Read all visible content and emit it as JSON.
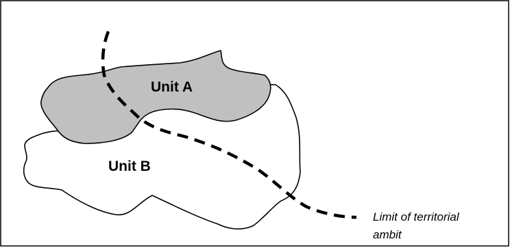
{
  "diagram": {
    "unit_a": {
      "label": "Unit A",
      "fill": "#c0c0c0"
    },
    "unit_b": {
      "label": "Unit B",
      "fill": "#ffffff"
    },
    "boundary": {
      "label_line1": "Limit of territorial",
      "label_line2": "ambit"
    },
    "stroke_color": "#000000"
  }
}
